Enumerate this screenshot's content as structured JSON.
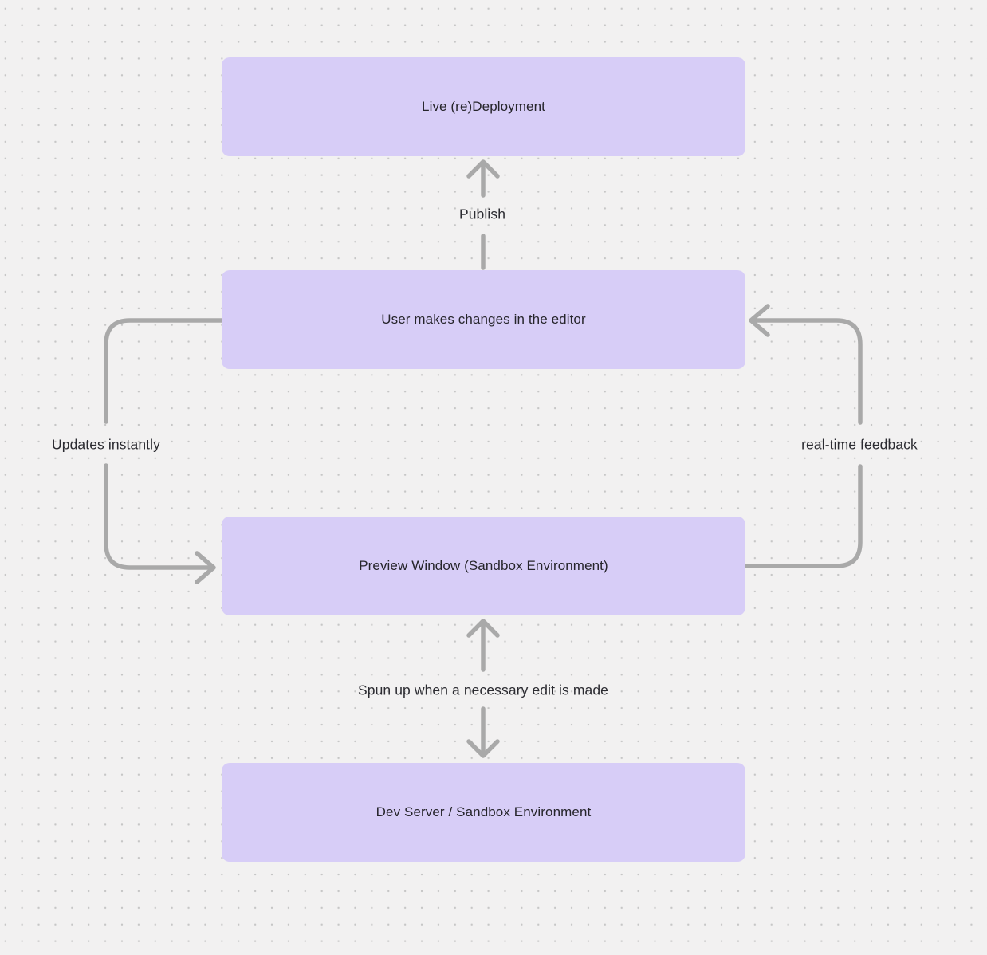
{
  "diagram": {
    "type": "flowchart",
    "canvas": {
      "background_color": "#f2f1f1",
      "dot_grid_color": "#c6c6c6",
      "node_fill_color": "#d7cdf7",
      "node_text_color": "#26252b",
      "connector_color": "#a9a9a9",
      "label_text_color": "#2b2b31"
    },
    "nodes": [
      {
        "id": "live-redeployment",
        "label": "Live (re)Deployment"
      },
      {
        "id": "user-editor",
        "label": "User makes changes in the editor"
      },
      {
        "id": "preview-window",
        "label": "Preview Window (Sandbox Environment)"
      },
      {
        "id": "dev-server",
        "label": "Dev Server / Sandbox Environment"
      }
    ],
    "edges": [
      {
        "from": "User makes changes in the editor",
        "to": "Live (re)Deployment",
        "label": "Publish",
        "shape": "straight-vertical",
        "direction": "up"
      },
      {
        "from": "User makes changes in the editor",
        "to": "Preview Window (Sandbox Environment)",
        "label": "Updates instantly",
        "shape": "curved-left-loop",
        "direction": "down"
      },
      {
        "from": "Preview Window (Sandbox Environment)",
        "to": "User makes changes in the editor",
        "label": "real-time feedback",
        "shape": "curved-right-loop",
        "direction": "up"
      },
      {
        "from": "Preview Window (Sandbox Environment)",
        "to": "Dev Server / Sandbox Environment",
        "label": "Spun up when a necessary edit is made",
        "shape": "straight-vertical",
        "direction": "both"
      }
    ]
  }
}
